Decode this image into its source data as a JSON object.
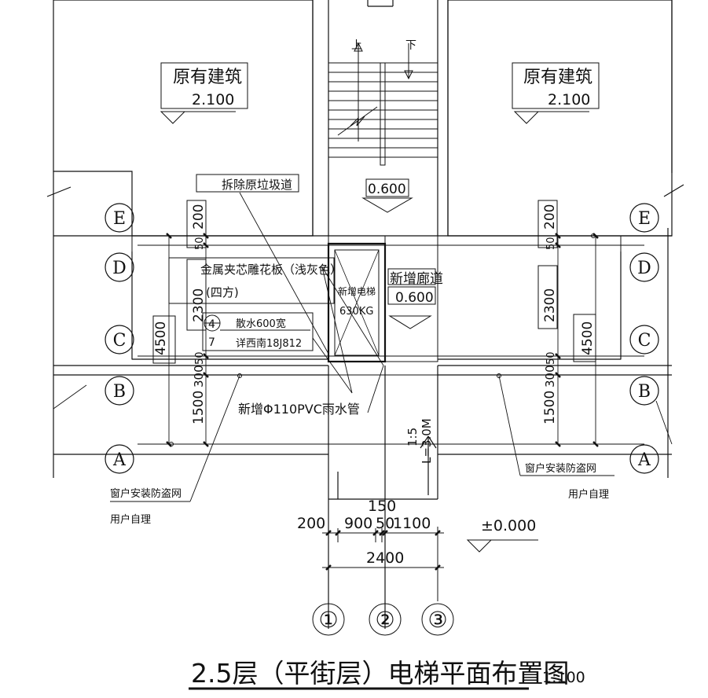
{
  "labels": {
    "existing_left": "原有建筑",
    "elev_left": "2.100",
    "existing_right": "原有建筑",
    "elev_right": "2.100",
    "stair_up": "上",
    "stair_down": "下",
    "stair_landing": "0.600",
    "remove_chute": "拆除原垃圾道",
    "metal_panel_1": "金属夹芯雕花板（浅灰色）",
    "metal_panel_2": "(四方)",
    "apron_num": "4",
    "apron_num2": "7",
    "apron_text": "散水600宽",
    "apron_ref": "详西南18J812",
    "new_elevator_1": "新增电梯",
    "new_elevator_2": "630KG",
    "new_corridor": "新增廊道",
    "corridor_elev": "0.600",
    "new_pipe": "新增Φ110PVC雨水管",
    "ramp_slope": "1:5",
    "ramp_length": "L=3.0M",
    "window_net_left": "窗户安装防盗网",
    "self_manage_left": "用户自理",
    "window_net_right": "窗户安装防盗网",
    "self_manage_right": "用户自理",
    "ground_elev": "±0.000",
    "title": "2.5层（平街层）电梯平面布置图",
    "scale": "1:100"
  },
  "grid_rows": [
    "E",
    "D",
    "C",
    "B",
    "A"
  ],
  "grid_cols": [
    "①",
    "②",
    "③"
  ],
  "dims": {
    "left_v1": "200",
    "left_v2": "50",
    "left_v3": "2300",
    "left_v4": "50",
    "left_v5": "300",
    "left_v6": "1500",
    "left_total": "4500",
    "right_v1": "200",
    "right_v2": "50",
    "right_v3": "2300",
    "right_v4": "50",
    "right_v5": "300",
    "right_v6": "1500",
    "right_total": "4500",
    "bot_1": "200",
    "bot_2": "900",
    "bot_3": "50",
    "bot_4": "150",
    "bot_5": "1100",
    "bot_total": "2400"
  }
}
